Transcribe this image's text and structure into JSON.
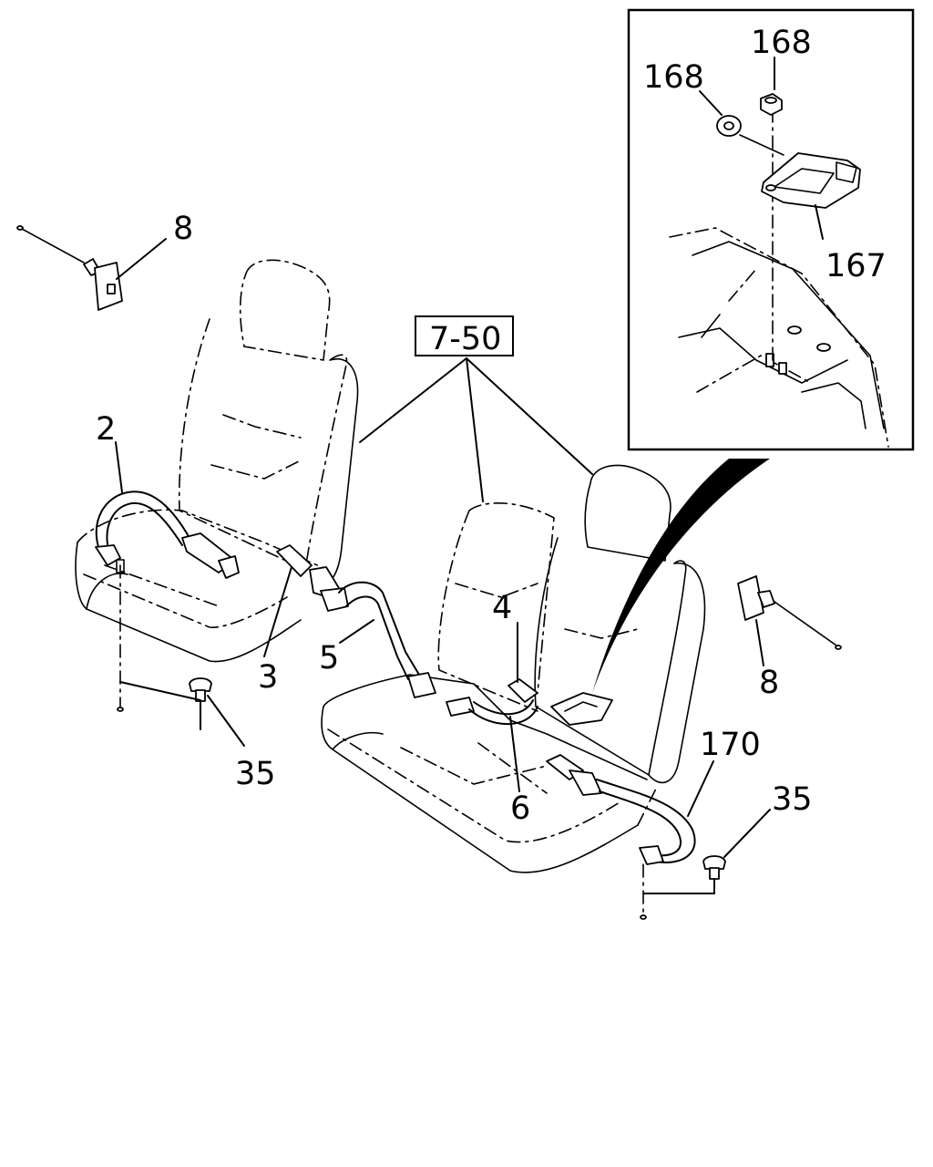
{
  "callouts": {
    "c168a": "168",
    "c168b": "168",
    "c167": "167",
    "c8_left": "8",
    "c8_right": "8",
    "c7_50": "7-50",
    "c2": "2",
    "c3": "3",
    "c4": "4",
    "c5": "5",
    "c6": "6",
    "c35_left": "35",
    "c35_right": "35",
    "c170": "170"
  }
}
